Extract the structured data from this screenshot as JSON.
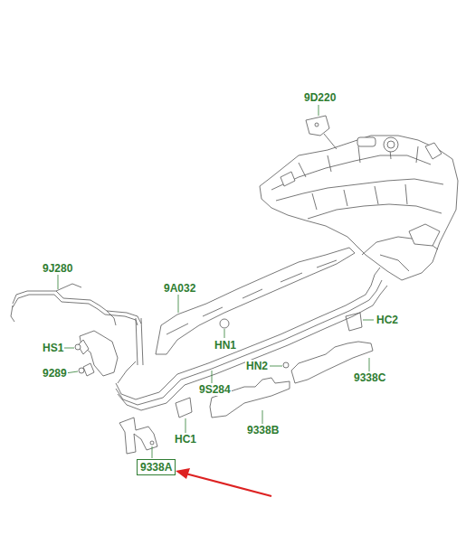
{
  "diagram": {
    "nodes": [
      {
        "text": [
          "9338A"
        ]
      }
    ],
    "edges": [],
    "labels": [
      "9D220",
      "9J280",
      "9A032",
      "HC2",
      "HS1",
      "HN1",
      "9289",
      "HN2",
      "9338C",
      "9S284",
      "HC1",
      "9338B"
    ]
  }
}
